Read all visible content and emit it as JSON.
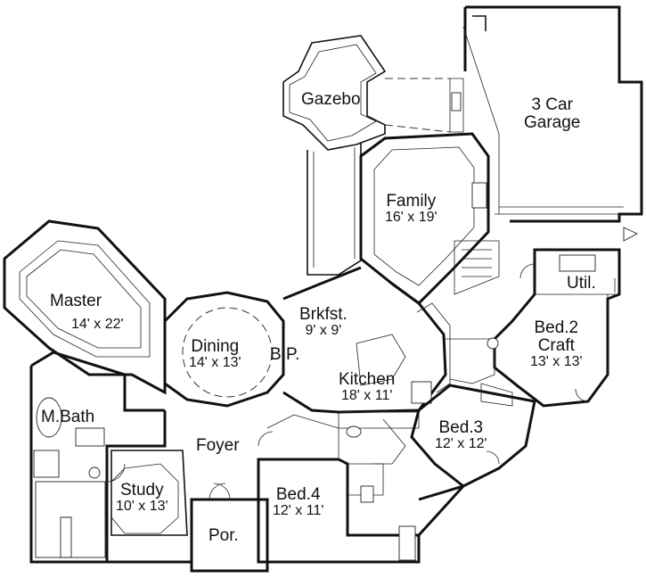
{
  "rooms": {
    "gazebo": {
      "name": "Gazebo"
    },
    "garage": {
      "name": "3 Car",
      "name2": "Garage"
    },
    "family": {
      "name": "Family",
      "dims": "16' x 19'"
    },
    "master": {
      "name": "Master",
      "dims": "14' x 22'"
    },
    "brkfst": {
      "name": "Brkfst.",
      "dims": "9' x 9'"
    },
    "util": {
      "name": "Util."
    },
    "dining": {
      "name": "Dining",
      "dims": "14' x 13'"
    },
    "bp": {
      "name": "B.P."
    },
    "bed2": {
      "name": "Bed.2",
      "name2": "Craft",
      "dims": "13' x 13'"
    },
    "kitchen": {
      "name": "Kitchen",
      "dims": "18' x 11'"
    },
    "mbath": {
      "name": "M.Bath"
    },
    "bed3": {
      "name": "Bed.3",
      "dims": "12' x 12'"
    },
    "foyer": {
      "name": "Foyer"
    },
    "study": {
      "name": "Study",
      "dims": "10' x 13'"
    },
    "bed4": {
      "name": "Bed.4",
      "dims": "12' x 11'"
    },
    "porch": {
      "name": "Por."
    }
  }
}
